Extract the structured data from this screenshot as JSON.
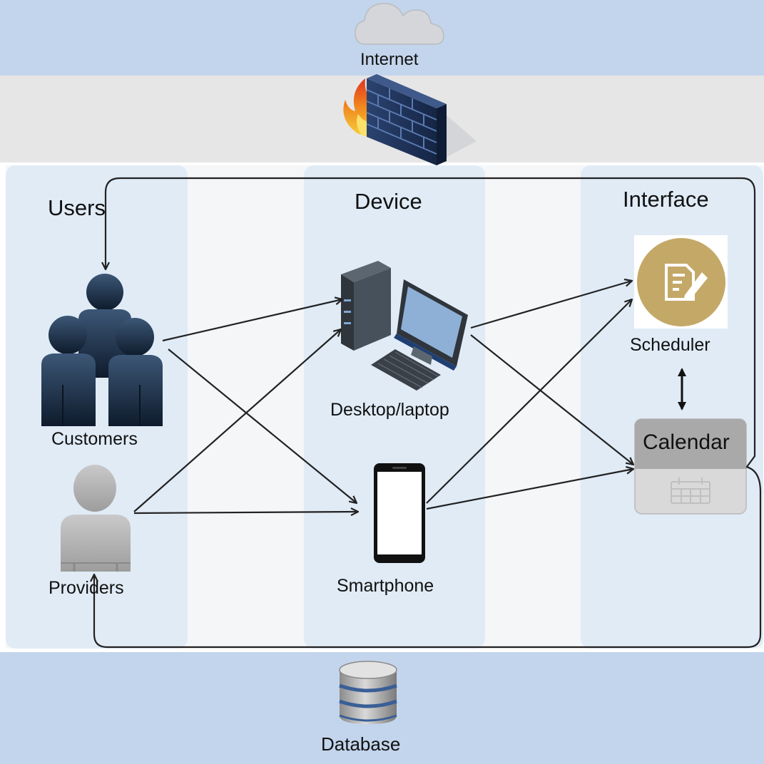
{
  "bands": {
    "internet_label": "Internet",
    "database_label": "Database"
  },
  "columns": {
    "users_title": "Users",
    "device_title": "Device",
    "interface_title": "Interface"
  },
  "nodes": {
    "customers": "Customers",
    "providers": "Providers",
    "desktop": "Desktop/laptop",
    "smartphone": "Smartphone",
    "scheduler": "Scheduler",
    "calendar": "Calendar"
  },
  "icons": {
    "internet": "cloud-icon",
    "firewall": "firewall-icon",
    "customers": "users-group-icon",
    "providers": "person-icon",
    "desktop": "desktop-computer-icon",
    "smartphone": "smartphone-icon",
    "scheduler": "scheduler-icon",
    "calendar": "calendar-icon",
    "database": "database-icon"
  },
  "colors": {
    "band_blue": "#c3d5ec",
    "band_gray": "#e6e6e6",
    "column_blue": "#e0ebf6",
    "scheduler_gold": "#c4a867",
    "arrow": "#222222"
  }
}
